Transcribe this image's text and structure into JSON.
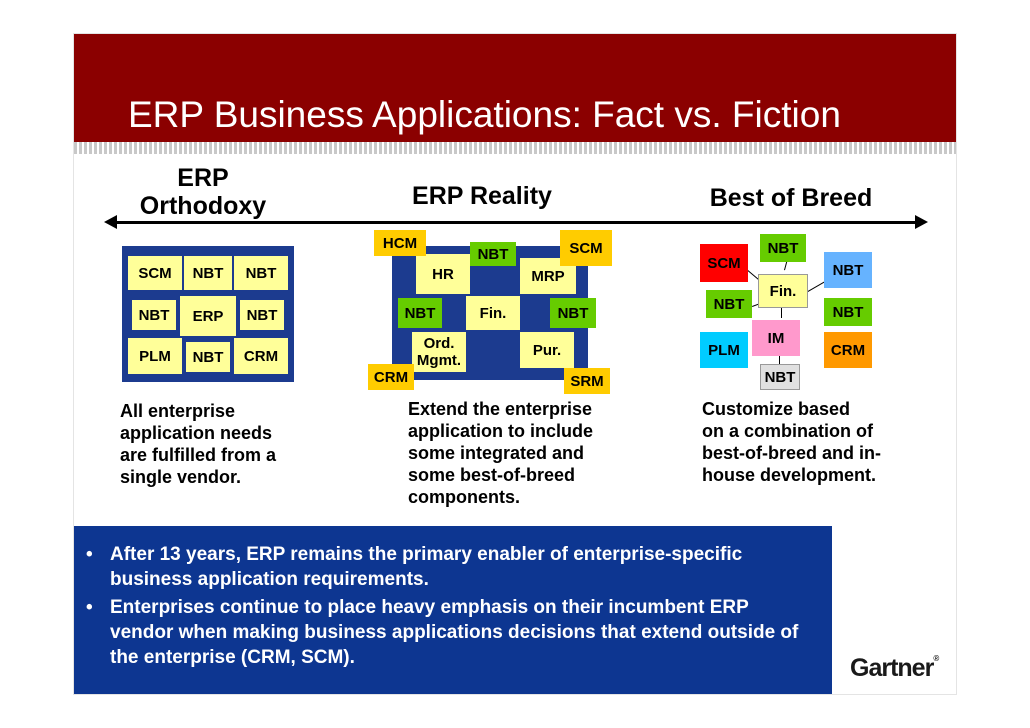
{
  "title": "ERP Business Applications: Fact vs. Fiction",
  "columns": {
    "left_heading_line1": "ERP",
    "left_heading_line2": "Orthodoxy",
    "middle_heading": "ERP Reality",
    "right_heading": "Best of Breed"
  },
  "orthodoxy_grid": [
    "SCM",
    "NBT",
    "NBT",
    "NBT",
    "ERP",
    "NBT",
    "PLM",
    "NBT",
    "CRM"
  ],
  "reality": {
    "inner": [
      "HR",
      "MRP",
      "Fin.",
      "Ord. Mgmt.",
      "Pur."
    ],
    "outer": [
      "HCM",
      "NBT",
      "SCM",
      "NBT",
      "NBT",
      "CRM",
      "SRM"
    ]
  },
  "best_of_breed": [
    "NBT",
    "SCM",
    "NBT",
    "Fin.",
    "NBT",
    "NBT",
    "IM",
    "PLM",
    "CRM",
    "NBT"
  ],
  "descriptions": {
    "orthodoxy": "All enterprise\napplication needs\nare fulfilled from a\nsingle vendor.",
    "reality": "Extend the enterprise\napplication to include\nsome integrated and\nsome best-of-breed\ncomponents.",
    "best_of_breed": "Customize based\non a combination of\nbest-of-breed and in-\nhouse development."
  },
  "bullets": [
    "After 13 years, ERP remains the primary enabler of enterprise-specific business application requirements.",
    "Enterprises continue to place heavy emphasis on their incumbent ERP vendor when making business applications decisions that extend outside of the enterprise (CRM, SCM)."
  ],
  "bullet_char": "•",
  "logo": {
    "text": "Gartner",
    "mark": "®"
  },
  "colors": {
    "title_bar": "#8b0000",
    "frame_blue": "#1c3b8f",
    "box_yellow": "#ffff99",
    "nbt_green": "#66cc00",
    "hcm_orange": "#ffcc00",
    "crm_orange": "#ff9900",
    "scm_red": "#ff0000",
    "nbt_blue": "#66b3ff",
    "plm_cyan": "#00ccff",
    "im_pink": "#ff99cc",
    "nbt_gray": "#e0e0e0"
  }
}
